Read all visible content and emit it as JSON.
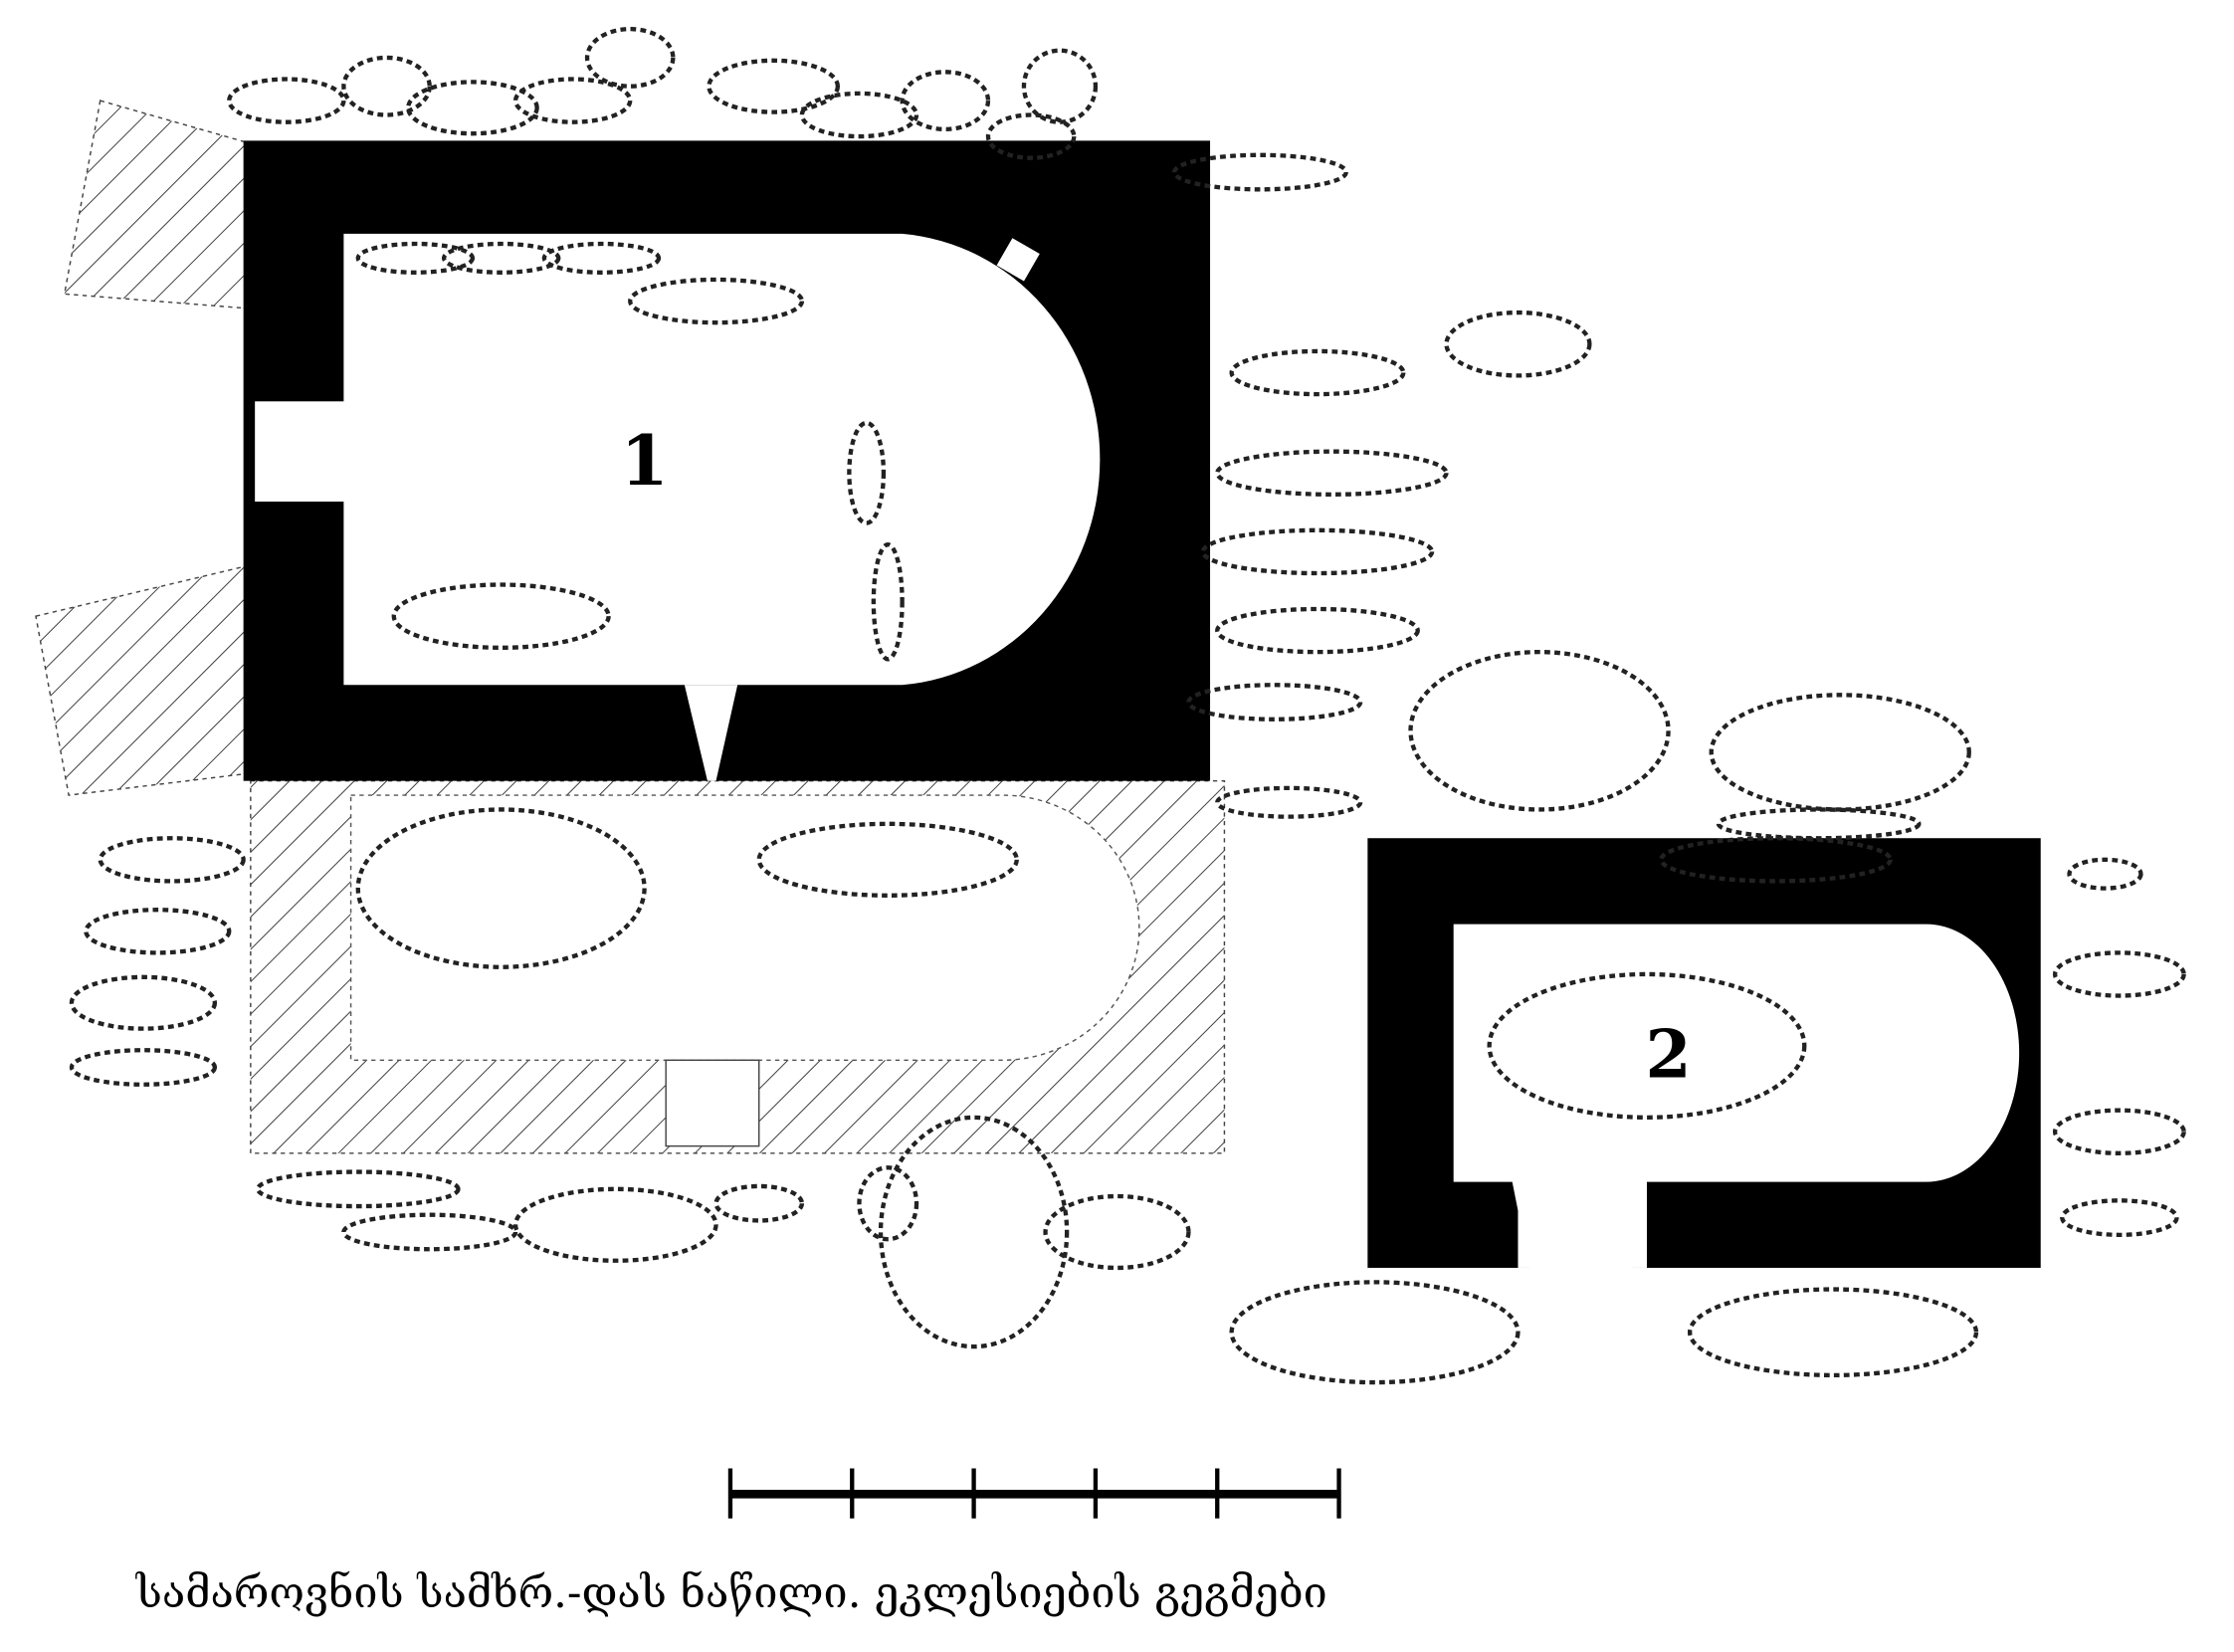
{
  "figure": {
    "church_1_label": "1",
    "church_2_label": "2",
    "scale_bar_segments": 5,
    "caption": "სამაროვნის სამხრ.-დას ნაწილი. ეკლესიების გეგმები"
  }
}
